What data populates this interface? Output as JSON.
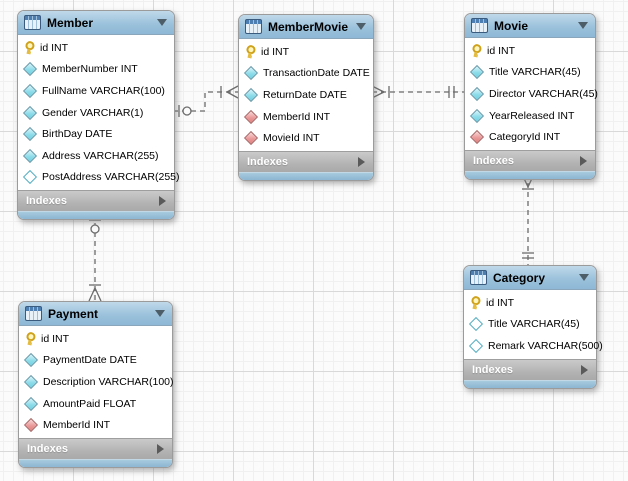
{
  "diagram": {
    "tool": "EER diagram canvas",
    "tables": [
      {
        "name": "Member",
        "footer_label": "Indexes",
        "columns": [
          {
            "icon": "primary-key",
            "text": "id INT"
          },
          {
            "icon": "attribute",
            "text": "MemberNumber INT"
          },
          {
            "icon": "attribute",
            "text": "FullName VARCHAR(100)"
          },
          {
            "icon": "attribute",
            "text": "Gender VARCHAR(1)"
          },
          {
            "icon": "attribute",
            "text": "BirthDay DATE"
          },
          {
            "icon": "attribute",
            "text": "Address VARCHAR(255)"
          },
          {
            "icon": "nullable-attribute",
            "text": "PostAddress VARCHAR(255)"
          }
        ]
      },
      {
        "name": "MemberMovie",
        "footer_label": "Indexes",
        "columns": [
          {
            "icon": "primary-key",
            "text": "id INT"
          },
          {
            "icon": "attribute",
            "text": "TransactionDate DATE"
          },
          {
            "icon": "attribute",
            "text": "ReturnDate DATE"
          },
          {
            "icon": "foreign-key",
            "text": "MemberId INT"
          },
          {
            "icon": "foreign-key",
            "text": "MovieId INT"
          }
        ]
      },
      {
        "name": "Movie",
        "footer_label": "Indexes",
        "columns": [
          {
            "icon": "primary-key",
            "text": "id INT"
          },
          {
            "icon": "attribute",
            "text": "Title VARCHAR(45)"
          },
          {
            "icon": "attribute",
            "text": "Director VARCHAR(45)"
          },
          {
            "icon": "attribute",
            "text": "YearReleased INT"
          },
          {
            "icon": "foreign-key",
            "text": "CategoryId INT"
          }
        ]
      },
      {
        "name": "Category",
        "footer_label": "Indexes",
        "columns": [
          {
            "icon": "primary-key",
            "text": "id INT"
          },
          {
            "icon": "nullable-attribute",
            "text": "Title VARCHAR(45)"
          },
          {
            "icon": "nullable-attribute",
            "text": "Remark VARCHAR(500)"
          }
        ]
      },
      {
        "name": "Payment",
        "footer_label": "Indexes",
        "columns": [
          {
            "icon": "primary-key",
            "text": "id INT"
          },
          {
            "icon": "attribute",
            "text": "PaymentDate DATE"
          },
          {
            "icon": "attribute",
            "text": "Description VARCHAR(100)"
          },
          {
            "icon": "attribute",
            "text": "AmountPaid FLOAT"
          },
          {
            "icon": "foreign-key",
            "text": "MemberId INT"
          }
        ]
      }
    ],
    "relationships": [
      {
        "from": "Member",
        "to": "MemberMovie",
        "from_end": "one, optional (bar + circle)",
        "to_end": "many (crow's foot + bar)",
        "line": "dashed"
      },
      {
        "from": "Movie",
        "to": "MemberMovie",
        "from_end": "one, mandatory (double bar)",
        "to_end": "many (crow's foot + bar)",
        "line": "dashed"
      },
      {
        "from": "Category",
        "to": "Movie",
        "from_end": "one, mandatory (double bar)",
        "to_end": "many (crow's foot + bar)",
        "line": "dashed"
      },
      {
        "from": "Member",
        "to": "Payment",
        "from_end": "one, optional (bar + circle)",
        "to_end": "many (crow's foot + bar)",
        "line": "dashed"
      }
    ],
    "icons": {
      "table-icon": "blue table grid",
      "collapse-icon": "down triangle",
      "expand-icon": "right triangle",
      "primary-key-icon": "yellow key",
      "attribute-icon": "filled cyan diamond (NOT NULL)",
      "foreign-key-icon": "filled red diamond (FK)",
      "nullable-attribute-icon": "hollow cyan diamond (nullable)"
    },
    "colors": {
      "header_blue": "#99c0d8",
      "bottom_bar_blue": "#9ac1d9",
      "footer_gray": "#b4b4b4",
      "body_white": "#ffffff",
      "line_gray": "#6b6b6b",
      "key_yellow": "#e0b73c",
      "attribute_cyan": "#7fd0e0",
      "fk_red": "#e08080",
      "canvas_bg": "#fbfbfb",
      "grid_minor": "#f0f0f0",
      "grid_major": "#d9d9d9"
    }
  }
}
